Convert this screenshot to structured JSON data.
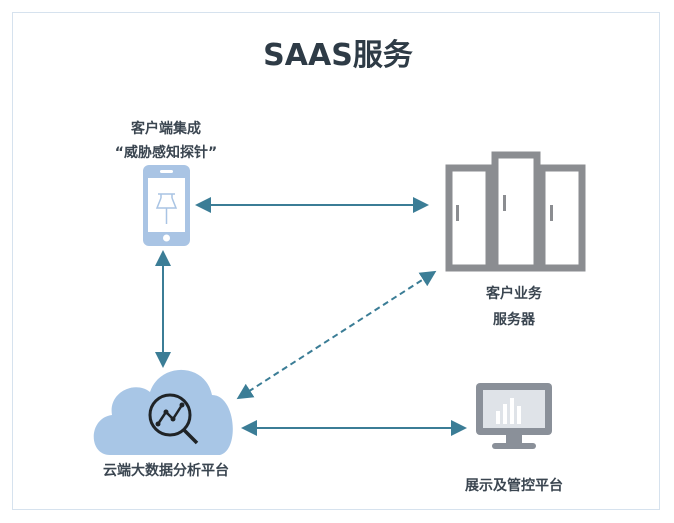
{
  "title": "SAAS服务",
  "nodes": {
    "client_probe": {
      "line1": "客户端集成",
      "line2": "“威胁感知探针”"
    },
    "business_server": {
      "line1": "客户业务",
      "line2": "服务器"
    },
    "cloud_platform": {
      "label": "云端大数据分析平台"
    },
    "management_platform": {
      "label": "展示及管控平台"
    }
  },
  "colors": {
    "arrow": "#3b7d96",
    "phone": "#a9c4e4",
    "server": "#8b8d91",
    "cloud": "#a8c6e6",
    "monitor": "#8a9099"
  }
}
